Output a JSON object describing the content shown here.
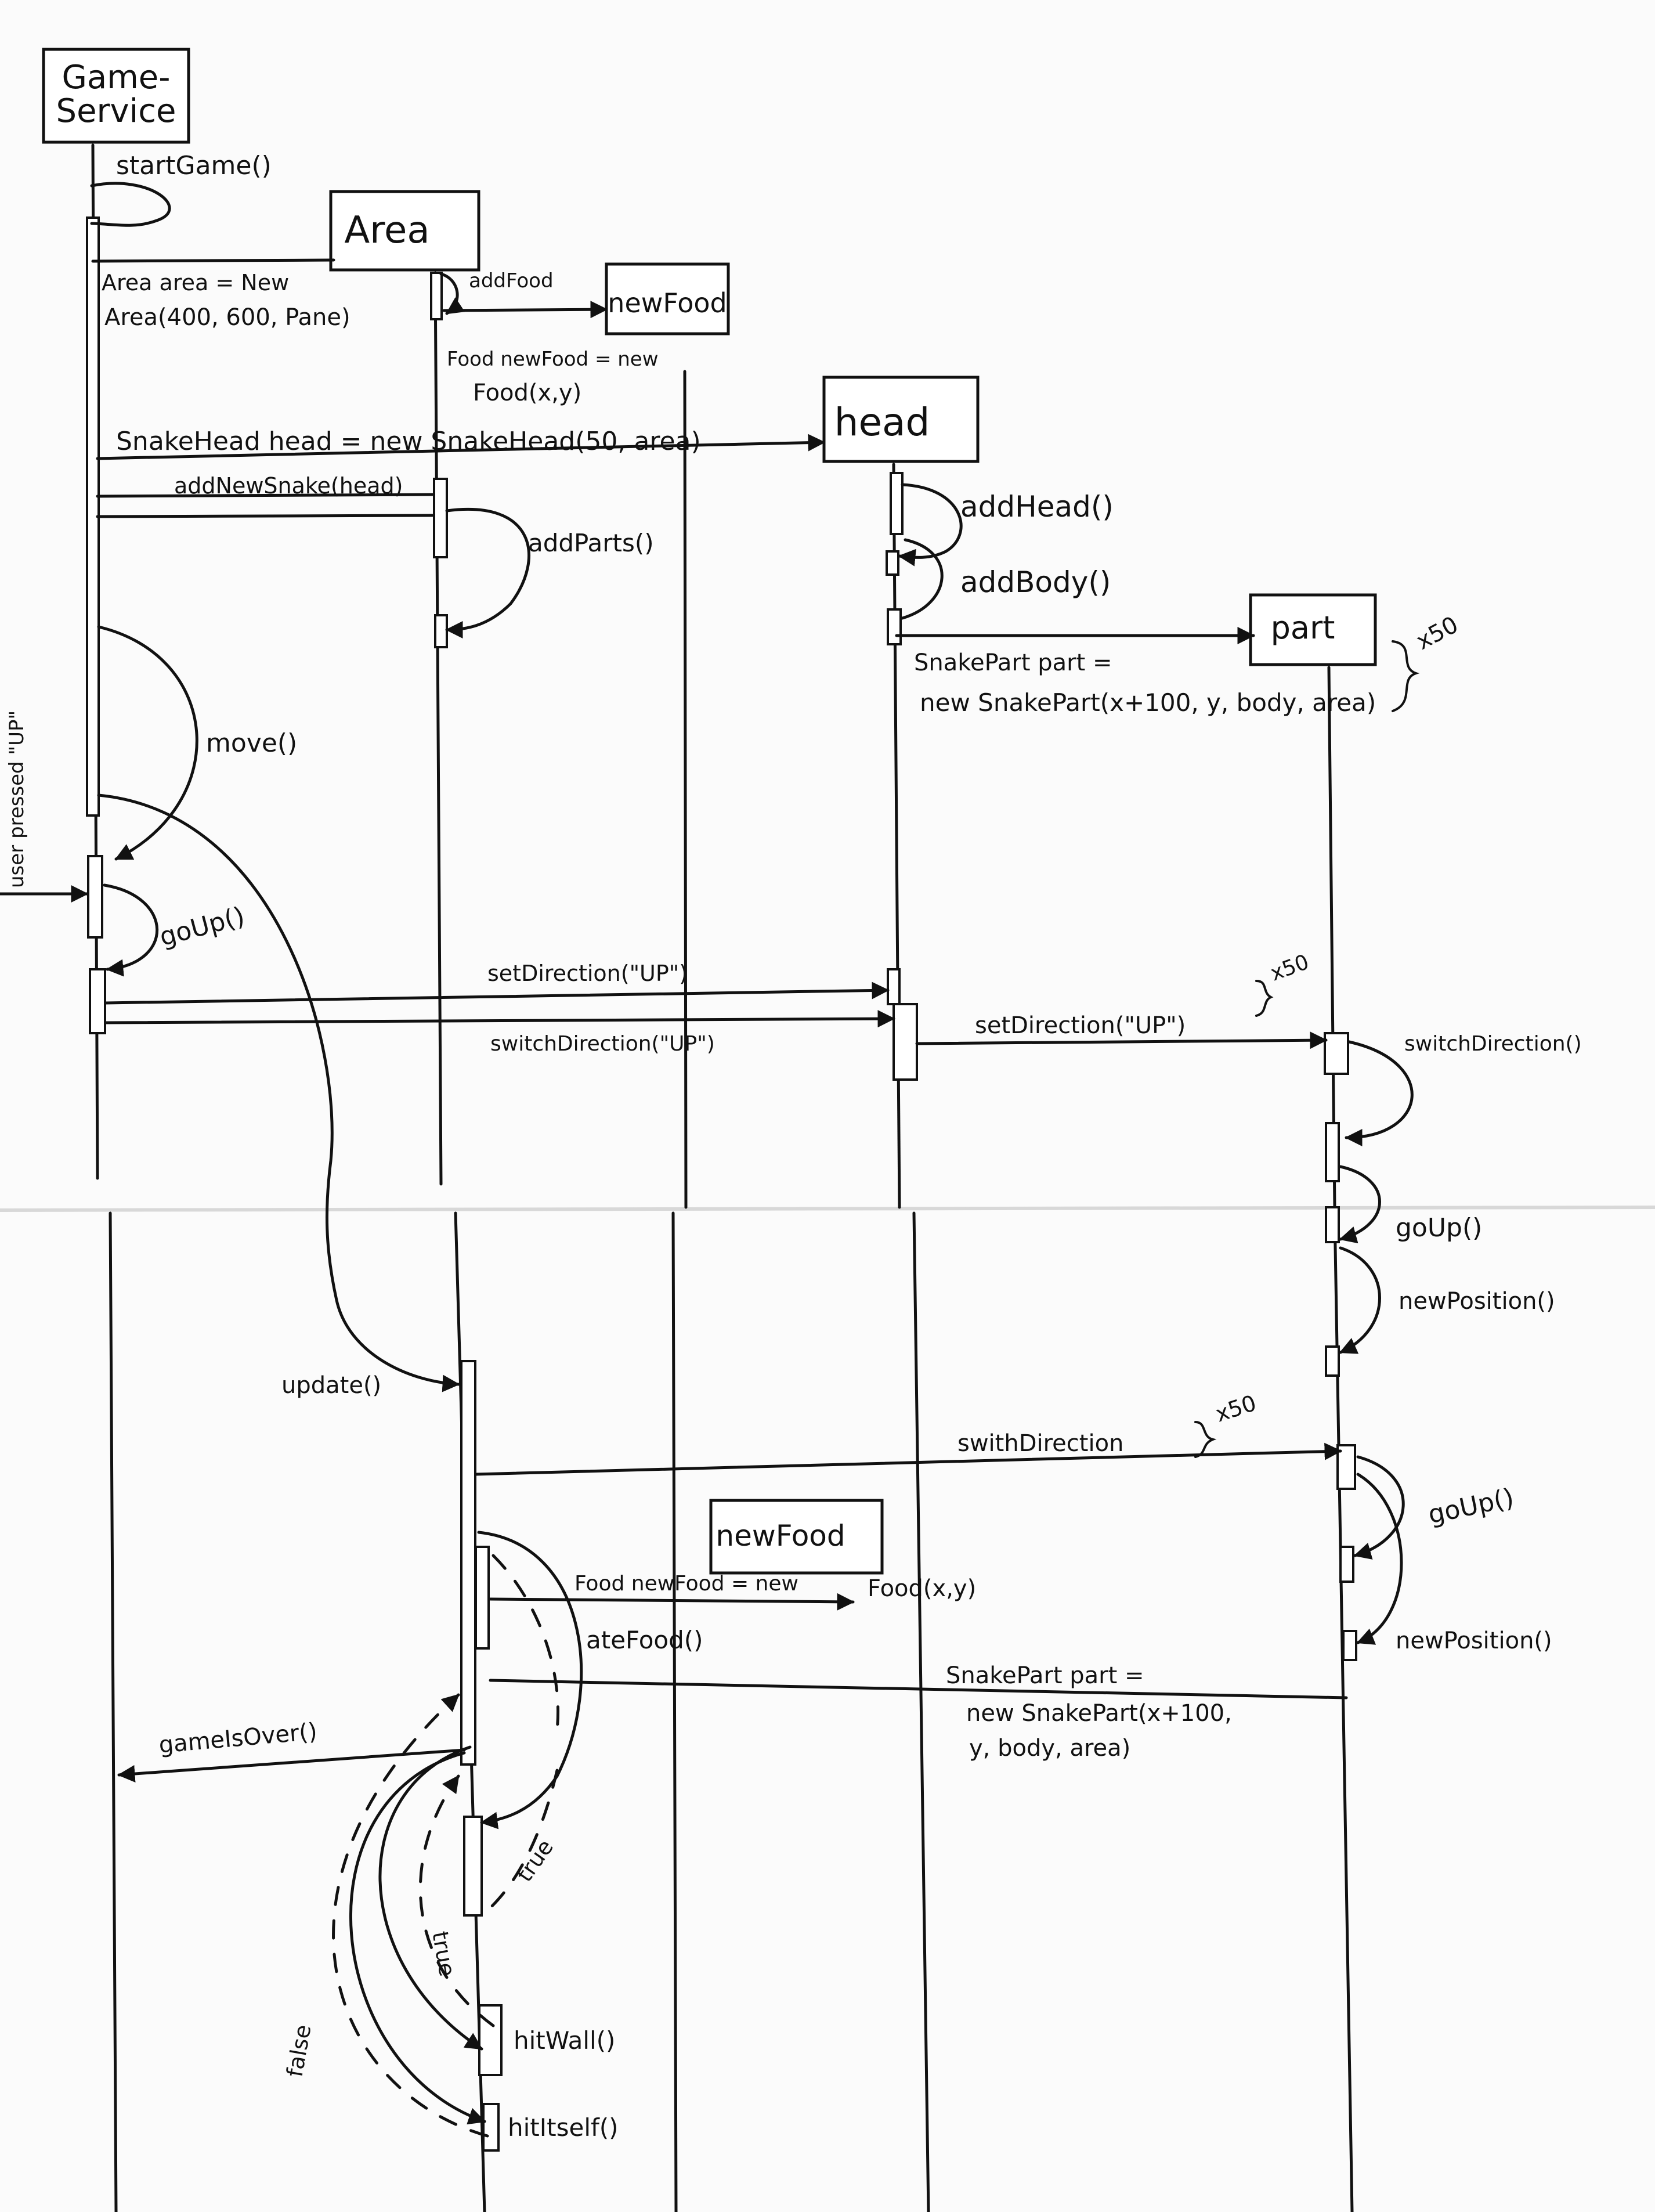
{
  "participants": {
    "game_service": "Game-\nService",
    "area": "Area",
    "new_food_top": "newFood",
    "head": "head",
    "part": "part",
    "new_food_bottom": "newFood"
  },
  "messages": {
    "start_game": "startGame()",
    "area_new_1": "Area area = New",
    "area_new_2": "Area(400, 600, Pane)",
    "add_food": "addFood",
    "food_new_1": "Food newFood = new",
    "food_new_2": "Food(x,y)",
    "snake_head_new": "SnakeHead head = new SnakeHead(50, area)",
    "add_new_snake": "addNewSnake(head)",
    "add_parts": "addParts()",
    "add_head": "addHead()",
    "add_body": "addBody()",
    "snake_part_new_1": "SnakePart part =",
    "snake_part_new_2": "new SnakePart(x+100, y, body, area)",
    "times_50_a": "x50",
    "user_pressed": "user pressed \"UP\"",
    "move": "move()",
    "go_up_1": "goUp()",
    "set_direction_1": "setDirection(\"UP\")",
    "switch_direction_1": "switchDirection(\"UP\")",
    "set_direction_2": "setDirection(\"UP\")",
    "times_50_b": "x50",
    "switch_direction_2": "switchDirection()",
    "go_up_2": "goUp()",
    "new_position_1": "newPosition()",
    "update": "update()",
    "swith_direction": "swithDirection",
    "times_50_c": "x50",
    "go_up_3": "goUp()",
    "new_position_2": "newPosition()",
    "food_new_3": "Food newFood = new",
    "food_new_3b": "Food(x,y)",
    "ate_food": "ateFood()",
    "snake_part_new_3": "SnakePart part =",
    "snake_part_new_4": "new SnakePart(x+100,",
    "snake_part_new_5": "y, body, area)",
    "game_is_over": "gameIsOver()",
    "hit_wall": "hitWall()",
    "hit_itself": "hitItself()",
    "true_1": "true",
    "true_2": "true",
    "false_1": "false"
  }
}
